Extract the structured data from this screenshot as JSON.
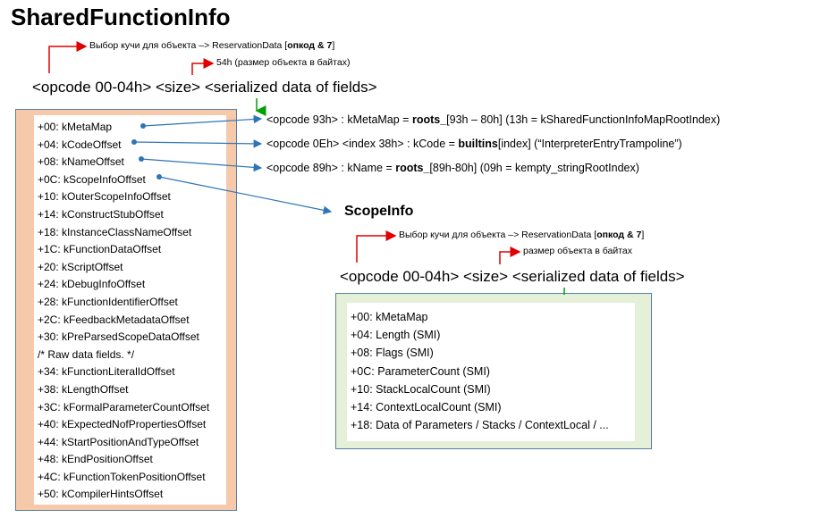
{
  "title": "SharedFunctionInfo",
  "sfi": {
    "heap_note_prefix": "Выбор кучи для объекта –> ReservationData [",
    "heap_note_bold": "опкод & 7",
    "heap_note_suffix": "]",
    "size_note": "54h (размер объекта в байтах)",
    "format": "<opcode 00-04h> <size> <serialized data of fields>",
    "fields": [
      "+00: kMetaMap",
      "+04: kCodeOffset",
      "+08: kNameOffset",
      "+0C: kScopeInfoOffset",
      "+10: kOuterScopeInfoOffset",
      "+14: kConstructStubOffset",
      "+18: kInstanceClassNameOffset",
      "+1C: kFunctionDataOffset",
      "+20: kScriptOffset",
      "+24: kDebugInfoOffset",
      "+28: kFunctionIdentifierOffset",
      "+2C: kFeedbackMetadataOffset",
      "+30: kPreParsedScopeDataOffset",
      "/* Raw data fields. */",
      "+34: kFunctionLiteralIdOffset",
      "+38: kLengthOffset",
      "+3C: kFormalParameterCountOffset",
      "+40: kExpectedNofPropertiesOffset",
      "+44: kStartPositionAndTypeOffset",
      "+48: kEndPositionOffset",
      "+4C: kFunctionTokenPositionOffset",
      "+50: kCompilerHintsOffset"
    ]
  },
  "decoded": [
    {
      "prefix": "<opcode 93h> : kMetaMap = ",
      "bold": "roots_",
      "suffix": "[93h – 80h] (13h = kSharedFunctionInfoMapRootIndex)"
    },
    {
      "prefix": "<opcode 0Eh> <index 38h> : kCode = ",
      "bold": "builtins",
      "suffix": "[index] (“InterpreterEntryTrampoline”)"
    },
    {
      "prefix": "<opcode 89h> : kName = ",
      "bold": "roots_",
      "suffix": "[89h-80h] (09h = kempty_stringRootIndex)"
    }
  ],
  "scope": {
    "title": "ScopeInfo",
    "heap_note_prefix": "Выбор кучи для объекта –> ReservationData [",
    "heap_note_bold": "опкод & 7",
    "heap_note_suffix": "]",
    "size_note": "размер объекта в байтах",
    "format": "<opcode 00-04h> <size> <serialized data of fields>",
    "fields": [
      "+00: kMetaMap",
      "+04: Length (SMI)",
      "+08: Flags (SMI)",
      "+0C: ParameterCount (SMI)",
      "+10: StackLocalCount (SMI)",
      "+14: ContextLocalCount (SMI)",
      "+18: Data of Parameters / Stacks / ContextLocal / ..."
    ]
  },
  "colors": {
    "sfi_fill": "#f7c9ab",
    "scope_fill": "#e4f0d7",
    "arrow_blue": "#2e75b6",
    "arrow_red": "#e00000",
    "arrow_green": "#00a000"
  }
}
